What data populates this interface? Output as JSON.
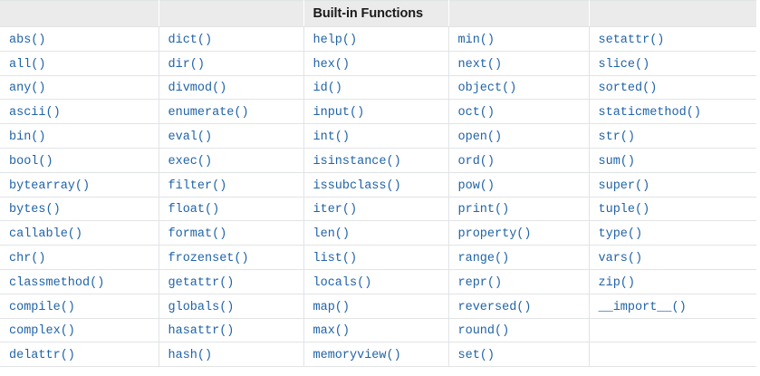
{
  "table": {
    "title": "Built-in Functions",
    "title_column_index": 2,
    "header_cells": [
      "",
      "",
      "Built-in Functions",
      "",
      ""
    ],
    "column_count": 5,
    "row_count": 14,
    "colors": {
      "link": "#2063a8",
      "header_background": "#ebebeb",
      "header_text": "#1a1a1a",
      "border": "#e1e4e5",
      "cell_background": "#ffffff"
    },
    "rows": [
      [
        "abs()",
        "dict()",
        "help()",
        "min()",
        "setattr()"
      ],
      [
        "all()",
        "dir()",
        "hex()",
        "next()",
        "slice()"
      ],
      [
        "any()",
        "divmod()",
        "id()",
        "object()",
        "sorted()"
      ],
      [
        "ascii()",
        "enumerate()",
        "input()",
        "oct()",
        "staticmethod()"
      ],
      [
        "bin()",
        "eval()",
        "int()",
        "open()",
        "str()"
      ],
      [
        "bool()",
        "exec()",
        "isinstance()",
        "ord()",
        "sum()"
      ],
      [
        "bytearray()",
        "filter()",
        "issubclass()",
        "pow()",
        "super()"
      ],
      [
        "bytes()",
        "float()",
        "iter()",
        "print()",
        "tuple()"
      ],
      [
        "callable()",
        "format()",
        "len()",
        "property()",
        "type()"
      ],
      [
        "chr()",
        "frozenset()",
        "list()",
        "range()",
        "vars()"
      ],
      [
        "classmethod()",
        "getattr()",
        "locals()",
        "repr()",
        "zip()"
      ],
      [
        "compile()",
        "globals()",
        "map()",
        "reversed()",
        "__import__()"
      ],
      [
        "complex()",
        "hasattr()",
        "max()",
        "round()",
        ""
      ],
      [
        "delattr()",
        "hash()",
        "memoryview()",
        "set()",
        ""
      ]
    ]
  }
}
